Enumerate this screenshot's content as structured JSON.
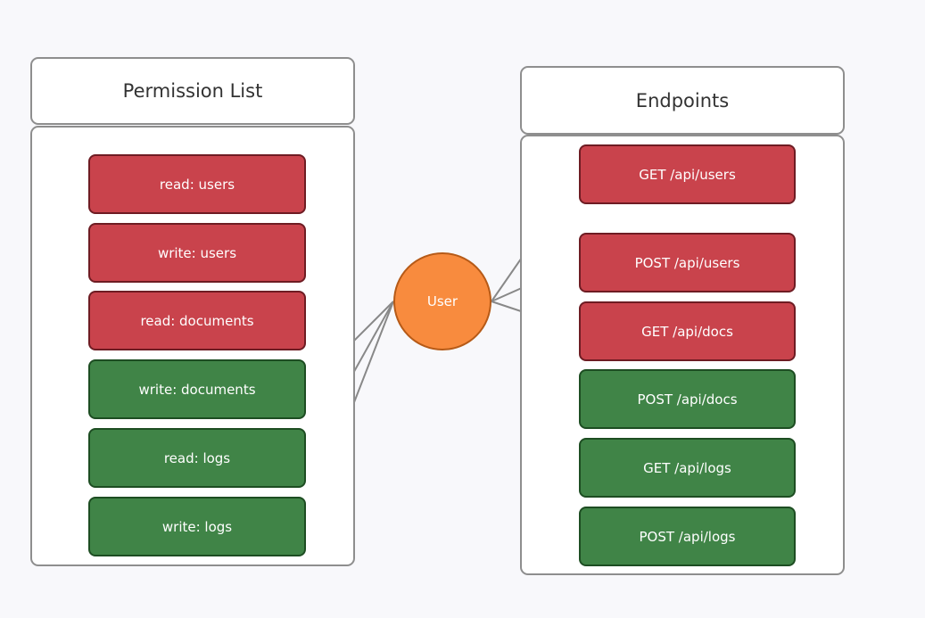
{
  "permission_panel": {
    "title": "Permission List",
    "items": [
      {
        "label": "read: users",
        "status": "denied"
      },
      {
        "label": "write: users",
        "status": "denied"
      },
      {
        "label": "read: documents",
        "status": "denied"
      },
      {
        "label": "write: documents",
        "status": "granted"
      },
      {
        "label": "read: logs",
        "status": "granted"
      },
      {
        "label": "write: logs",
        "status": "granted"
      }
    ]
  },
  "endpoints_panel": {
    "title": "Endpoints",
    "items": [
      {
        "label": "GET /api/users",
        "status": "denied"
      },
      {
        "label": "POST /api/users",
        "status": "denied"
      },
      {
        "label": "GET /api/docs",
        "status": "denied"
      },
      {
        "label": "POST /api/docs",
        "status": "granted"
      },
      {
        "label": "GET /api/logs",
        "status": "granted"
      },
      {
        "label": "POST /api/logs",
        "status": "granted"
      }
    ]
  },
  "user": {
    "label": "User"
  },
  "connections": {
    "user_to_permissions": [
      "write: documents",
      "read: logs",
      "write: logs"
    ],
    "user_to_endpoints": [
      "GET /api/users",
      "POST /api/users",
      "GET /api/docs"
    ]
  },
  "colors": {
    "denied": "#c9434c",
    "granted": "#408447",
    "user": "#f88b3e",
    "edge": "#888888",
    "panel_border": "#8e8e8e"
  }
}
